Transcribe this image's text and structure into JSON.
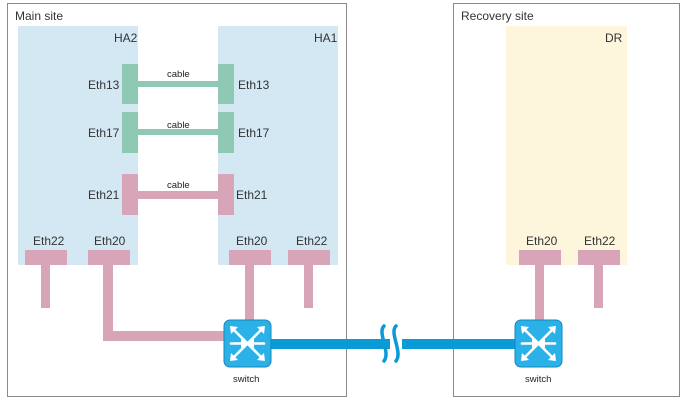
{
  "sites": {
    "main": "Main site",
    "recovery": "Recovery site"
  },
  "nodes": {
    "ha2": "HA2",
    "ha1": "HA1",
    "dr": "DR"
  },
  "ports": {
    "eth13": "Eth13",
    "eth17": "Eth17",
    "eth21": "Eth21",
    "eth20": "Eth20",
    "eth22": "Eth22"
  },
  "cable_label": "cable",
  "switch_label": "switch",
  "colors": {
    "ha_box": "#d4e8f4",
    "dr_box": "#fdf5dc",
    "green_port": "#8fc9b3",
    "pink_port": "#d8a5b8",
    "switch_fill": "#2ab2e8",
    "trunk": "#0a9ad6",
    "site_border": "#8a8a8a"
  }
}
